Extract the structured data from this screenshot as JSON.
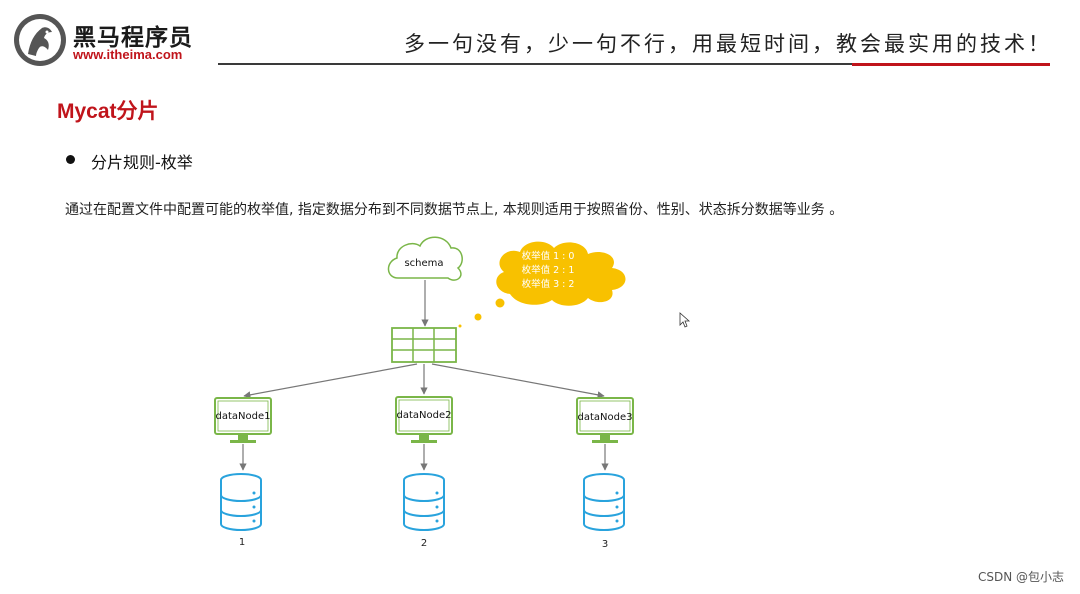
{
  "header": {
    "logo_name": "黑马程序员",
    "logo_url": "www.itheima.com",
    "slogan": "多一句没有，少一句不行，用最短时间，教会最实用的技术！"
  },
  "slide": {
    "title": "Mycat分片",
    "bullet": "分片规则-枚举",
    "description": "通过在配置文件中配置可能的枚举值, 指定数据分布到不同数据节点上, 本规则适用于按照省份、性别、状态拆分数据等业务 。"
  },
  "diagram": {
    "schema_label": "schema",
    "enum_values": [
      "枚举值 1 : 0",
      "枚举值 2 : 1",
      "枚举值 3 : 2"
    ],
    "nodes": [
      {
        "label": "dataNode1",
        "db_label": "1"
      },
      {
        "label": "dataNode2",
        "db_label": "2"
      },
      {
        "label": "dataNode3",
        "db_label": "3"
      }
    ]
  },
  "watermark": "CSDN @包小志",
  "colors": {
    "brand_red": "#c0141b",
    "node_green": "#7ab648",
    "db_blue": "#29a3dd",
    "cloud_yellow": "#f8c100",
    "arrow_gray": "#777777"
  }
}
